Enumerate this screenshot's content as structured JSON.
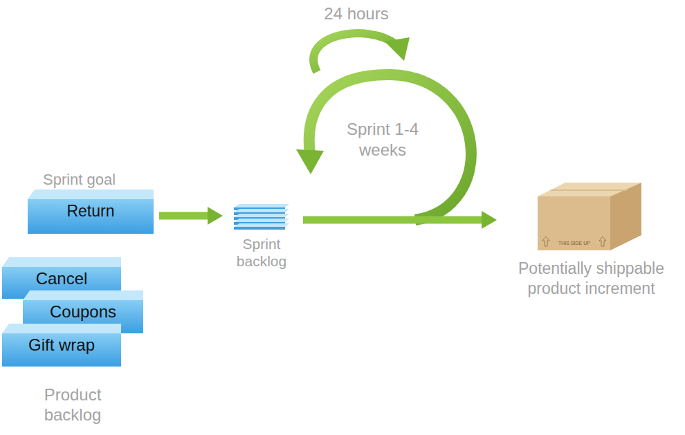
{
  "diagram": {
    "nodes": [
      {
        "text": [
          "Sprint goal",
          "Return"
        ]
      },
      {
        "text": [
          "Cancel"
        ]
      },
      {
        "text": [
          "Coupons"
        ]
      },
      {
        "text": [
          "Gift wrap"
        ]
      },
      {
        "text": [
          "Sprint backlog"
        ]
      },
      {
        "text": [
          "Potentially shippable product increment"
        ]
      }
    ],
    "edges": [
      {
        "from": 0,
        "to": 4,
        "arrow": "to"
      },
      {
        "from": 4,
        "to": 5,
        "arrow": "to"
      }
    ],
    "labels": [
      "Product backlog",
      "24 hours",
      "Sprint 1-4 weeks",
      "THIS SIDE UP"
    ]
  }
}
